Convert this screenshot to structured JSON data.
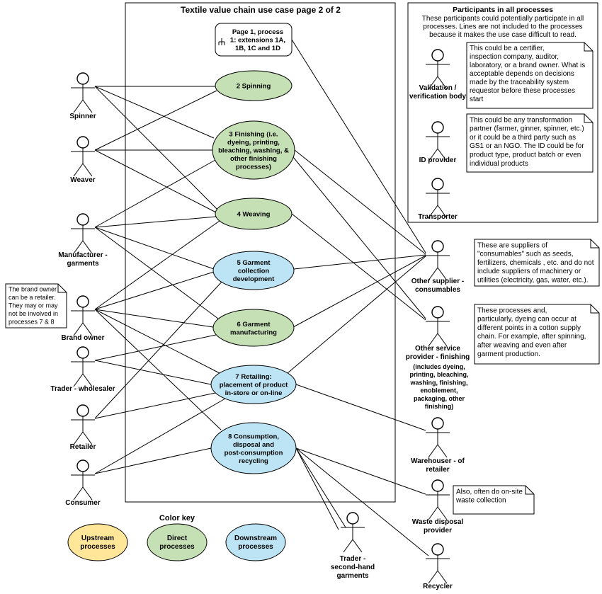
{
  "frame": {
    "title": "Textile value chain use case page 2 of 2"
  },
  "colors": {
    "upstream": "#ffe699",
    "direct": "#c5e0b4",
    "downstream": "#bde4f4",
    "reference": "#ffffff",
    "line": "#000000"
  },
  "use_cases": [
    {
      "id": "uc1",
      "lines": [
        "Page 1, process",
        "1: extensions 1A,",
        "1B, 1C and 1D"
      ],
      "kind": "reference"
    },
    {
      "id": "uc2",
      "lines": [
        "2 Spinning"
      ],
      "kind": "direct"
    },
    {
      "id": "uc3",
      "lines": [
        "3 Finishing (i.e.",
        "dyeing, printing,",
        "bleaching, washing, &",
        "other finishing",
        "processes)"
      ],
      "kind": "direct"
    },
    {
      "id": "uc4",
      "lines": [
        "4 Weaving"
      ],
      "kind": "direct"
    },
    {
      "id": "uc5",
      "lines": [
        "5 Garment",
        "collection",
        "development"
      ],
      "kind": "downstream"
    },
    {
      "id": "uc6",
      "lines": [
        "6 Garment",
        "manufacturing"
      ],
      "kind": "direct"
    },
    {
      "id": "uc7",
      "lines": [
        "7 Retailing:",
        "placement of product",
        "in-store or on-line"
      ],
      "kind": "downstream"
    },
    {
      "id": "uc8",
      "lines": [
        "8 Consumption,",
        "disposal and",
        "post-consumption",
        "recycling"
      ],
      "kind": "downstream"
    }
  ],
  "actors": [
    {
      "id": "spinner",
      "lines": [
        "Spinner"
      ]
    },
    {
      "id": "weaver",
      "lines": [
        "Weaver"
      ]
    },
    {
      "id": "manufacturer",
      "lines": [
        "Manufacturer -",
        "garments"
      ]
    },
    {
      "id": "brand",
      "lines": [
        "Brand owner"
      ]
    },
    {
      "id": "trader",
      "lines": [
        "Trader - wholesaler"
      ]
    },
    {
      "id": "retailer",
      "lines": [
        "Retailer"
      ]
    },
    {
      "id": "consumer",
      "lines": [
        "Consumer"
      ]
    },
    {
      "id": "validation",
      "lines": [
        "Validation /",
        "verification body"
      ]
    },
    {
      "id": "idprov",
      "lines": [
        "ID provider"
      ]
    },
    {
      "id": "transporter",
      "lines": [
        "Transporter"
      ]
    },
    {
      "id": "othersupplier",
      "lines": [
        "Other supplier -",
        "consumables"
      ]
    },
    {
      "id": "otherservice",
      "lines": [
        "Other service",
        "provider - finishing"
      ],
      "sublines": [
        "(includes dyeing,",
        "printing, bleaching,",
        "washing, finishing,",
        "enoblement,",
        "packaging, other",
        "finishing)"
      ]
    },
    {
      "id": "warehouser",
      "lines": [
        "Warehouser - of",
        "retailer"
      ]
    },
    {
      "id": "waste",
      "lines": [
        "Waste disposal",
        "provider"
      ]
    },
    {
      "id": "traderSH",
      "lines": [
        "Trader -",
        "second-hand",
        "garments"
      ]
    },
    {
      "id": "recycler",
      "lines": [
        "Recycler"
      ]
    }
  ],
  "participants_box": {
    "title": "Participants in all processes",
    "text": [
      "These participants could potentially participate in all",
      "processes. Lines are not included to the processes",
      "because it makes the use case difficult to read."
    ]
  },
  "notes": [
    {
      "id": "note_validation",
      "lines": [
        "This could be a certifier,",
        "inspection company, auditor,",
        "laboratory, or a brand owner. What is",
        "acceptable depends on decisions",
        "made by the traceability system",
        "requestor before these processes",
        "start"
      ]
    },
    {
      "id": "note_id",
      "lines": [
        "This could be any transformation",
        "partner (farmer, ginner, spinner, etc.)",
        "or it could be a third party such as",
        "GS1 or an NGO. The ID could be for",
        "product type, product batch or even",
        "individual products"
      ]
    },
    {
      "id": "note_consumables",
      "lines": [
        "These are suppliers of",
        "\"consumables\" such as seeds,",
        "fertilizers, chemicals , etc. and do not",
        "include suppliers of machinery or",
        "utilities (electricity, gas,  water, etc.)."
      ]
    },
    {
      "id": "note_finishing",
      "lines": [
        "These processes and,",
        "particularly, dyeing can occur at",
        "different points in a cotton supply",
        "chain. For example, after spinning,",
        "after weaving and even after",
        "garment production."
      ]
    },
    {
      "id": "note_brand",
      "lines": [
        "The brand owner",
        "can be a retailer.",
        "They may or may",
        "not be involved in",
        "processes  7 & 8"
      ]
    },
    {
      "id": "note_waste",
      "lines": [
        "Also, often do on-site",
        "waste collection"
      ]
    }
  ],
  "color_key": {
    "title": "Color key",
    "items": [
      {
        "kind": "upstream",
        "lines": [
          "Upstream",
          "processes"
        ]
      },
      {
        "kind": "direct",
        "lines": [
          "Direct",
          "processes"
        ]
      },
      {
        "kind": "downstream",
        "lines": [
          "Downstream",
          "processes"
        ]
      }
    ]
  }
}
